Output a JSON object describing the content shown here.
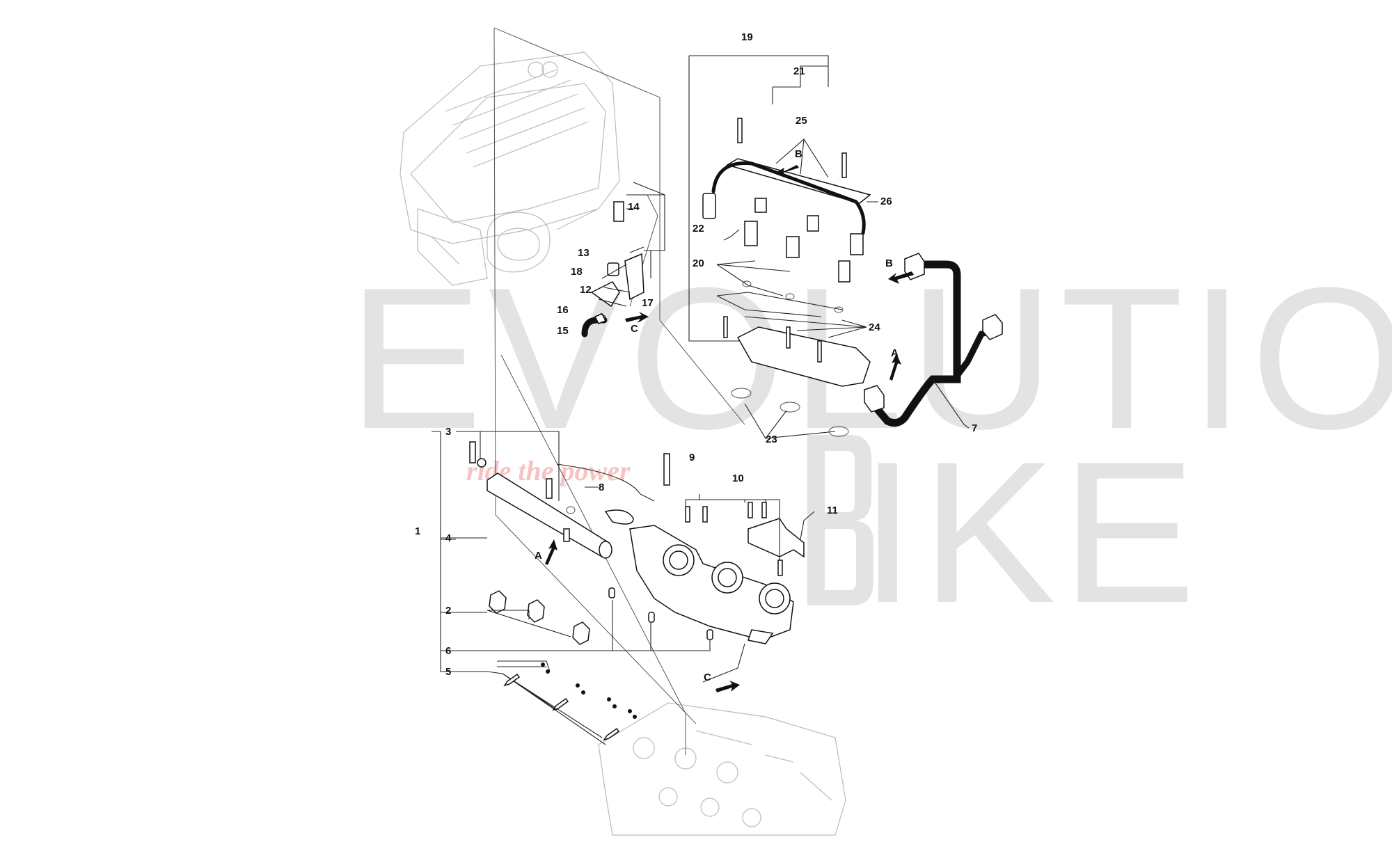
{
  "watermark": {
    "word1": "EVOLUTION",
    "word2": "IKE",
    "tagline": "ride the power",
    "color": "#d9d9d9",
    "tagline_color": "#f4b3b3"
  },
  "callouts": {
    "n1": "1",
    "n2": "2",
    "n3": "3",
    "n4": "4",
    "n5": "5",
    "n6": "6",
    "n7": "7",
    "n8": "8",
    "n9": "9",
    "n10": "10",
    "n11": "11",
    "n12": "12",
    "n13": "13",
    "n14": "14",
    "n15": "15",
    "n16": "16",
    "n17": "17",
    "n18": "18",
    "n19": "19",
    "n20": "20",
    "n21": "21",
    "n22": "22",
    "n23": "23",
    "n24": "24",
    "n25": "25",
    "n26": "26"
  },
  "arrow_labels": {
    "a_hose": "A",
    "a_rail": "A",
    "b_rail": "B",
    "b_hose": "B",
    "c_bracket": "C",
    "c_body": "C"
  }
}
